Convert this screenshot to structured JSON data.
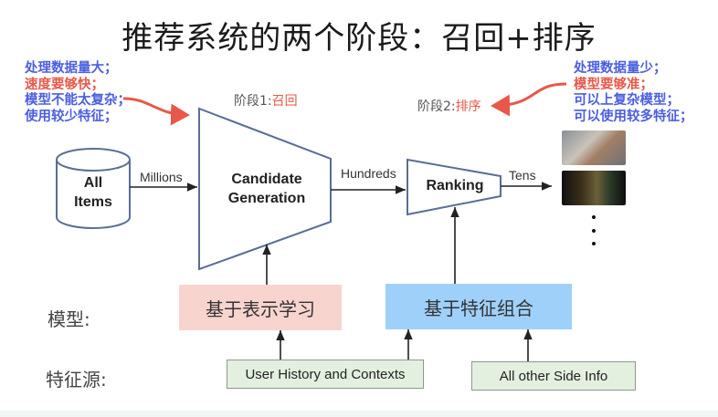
{
  "title": "推荐系统的两个阶段：召回+排序",
  "left_notes": [
    {
      "text": "处理数据量大；",
      "color": "blue"
    },
    {
      "text": "速度要够快；",
      "color": "red"
    },
    {
      "text": "模型不能太复杂；",
      "color": "blue"
    },
    {
      "text": "使用较少特征；",
      "color": "blue"
    }
  ],
  "right_notes": [
    {
      "text": "处理数据量少；",
      "color": "blue"
    },
    {
      "text": "模型要够准；",
      "color": "red"
    },
    {
      "text": "可以上复杂模型；",
      "color": "blue"
    },
    {
      "text": "可以使用较多特征；",
      "color": "blue"
    }
  ],
  "stage1": {
    "prefix": "阶段1:",
    "name": "召回"
  },
  "stage2": {
    "prefix": "阶段2:",
    "name": "排序"
  },
  "nodes": {
    "all_items": [
      "All",
      "Items"
    ],
    "candidate_generation": [
      "Candidate",
      "Generation"
    ],
    "ranking": "Ranking"
  },
  "edges": {
    "millions": "Millions",
    "hundreds": "Hundreds",
    "tens": "Tens"
  },
  "rows": {
    "model_label": "模型:",
    "feature_label": "特征源:"
  },
  "models": {
    "representation": "基于表示学习",
    "feature_combo": "基于特征组合"
  },
  "sources": {
    "user_history": "User History and Contexts",
    "side_info": "All other Side Info"
  },
  "colors": {
    "note_blue": "#4a5ee0",
    "note_red": "#e8584a",
    "shape_stroke": "#5a6e95",
    "model_pink": "#f8d4cf",
    "model_blue": "#9fd0fa",
    "source_green": "#e3f0e0"
  },
  "icons": {
    "result_thumb_1": "phone-photo-thumbnail",
    "result_thumb_2": "video-thumbnail",
    "more": "vertical-ellipsis"
  }
}
